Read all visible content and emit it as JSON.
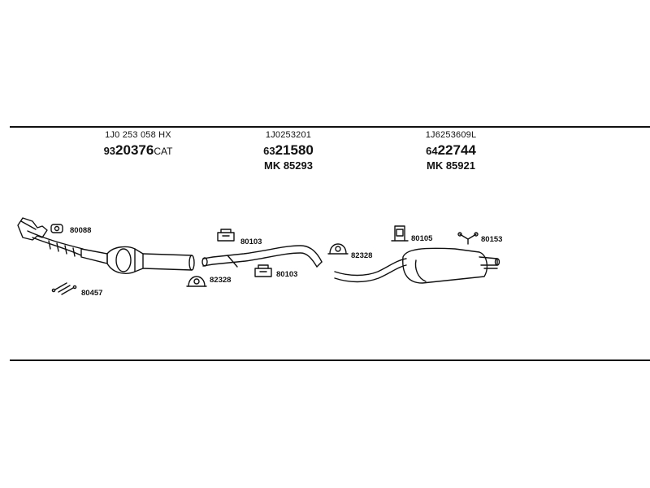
{
  "parts": [
    {
      "oem": "1J0 253 058 HX",
      "number_prefix": "93",
      "number_main": "20376",
      "number_suffix": "CAT",
      "mk": ""
    },
    {
      "oem": "1J0253201",
      "number_prefix": "63",
      "number_main": "21580",
      "number_suffix": "",
      "mk": "MK 85293"
    },
    {
      "oem": "1J6253609L",
      "number_prefix": "64",
      "number_main": "22744",
      "number_suffix": "",
      "mk": "MK 85921"
    }
  ],
  "labels": {
    "gasket": "80088",
    "bolts": "80457",
    "clamp_a": "82328",
    "mount_a": "80103",
    "mount_b": "80103",
    "clamp_b": "82328",
    "rubber_mount": "80105",
    "hanger": "80153"
  }
}
